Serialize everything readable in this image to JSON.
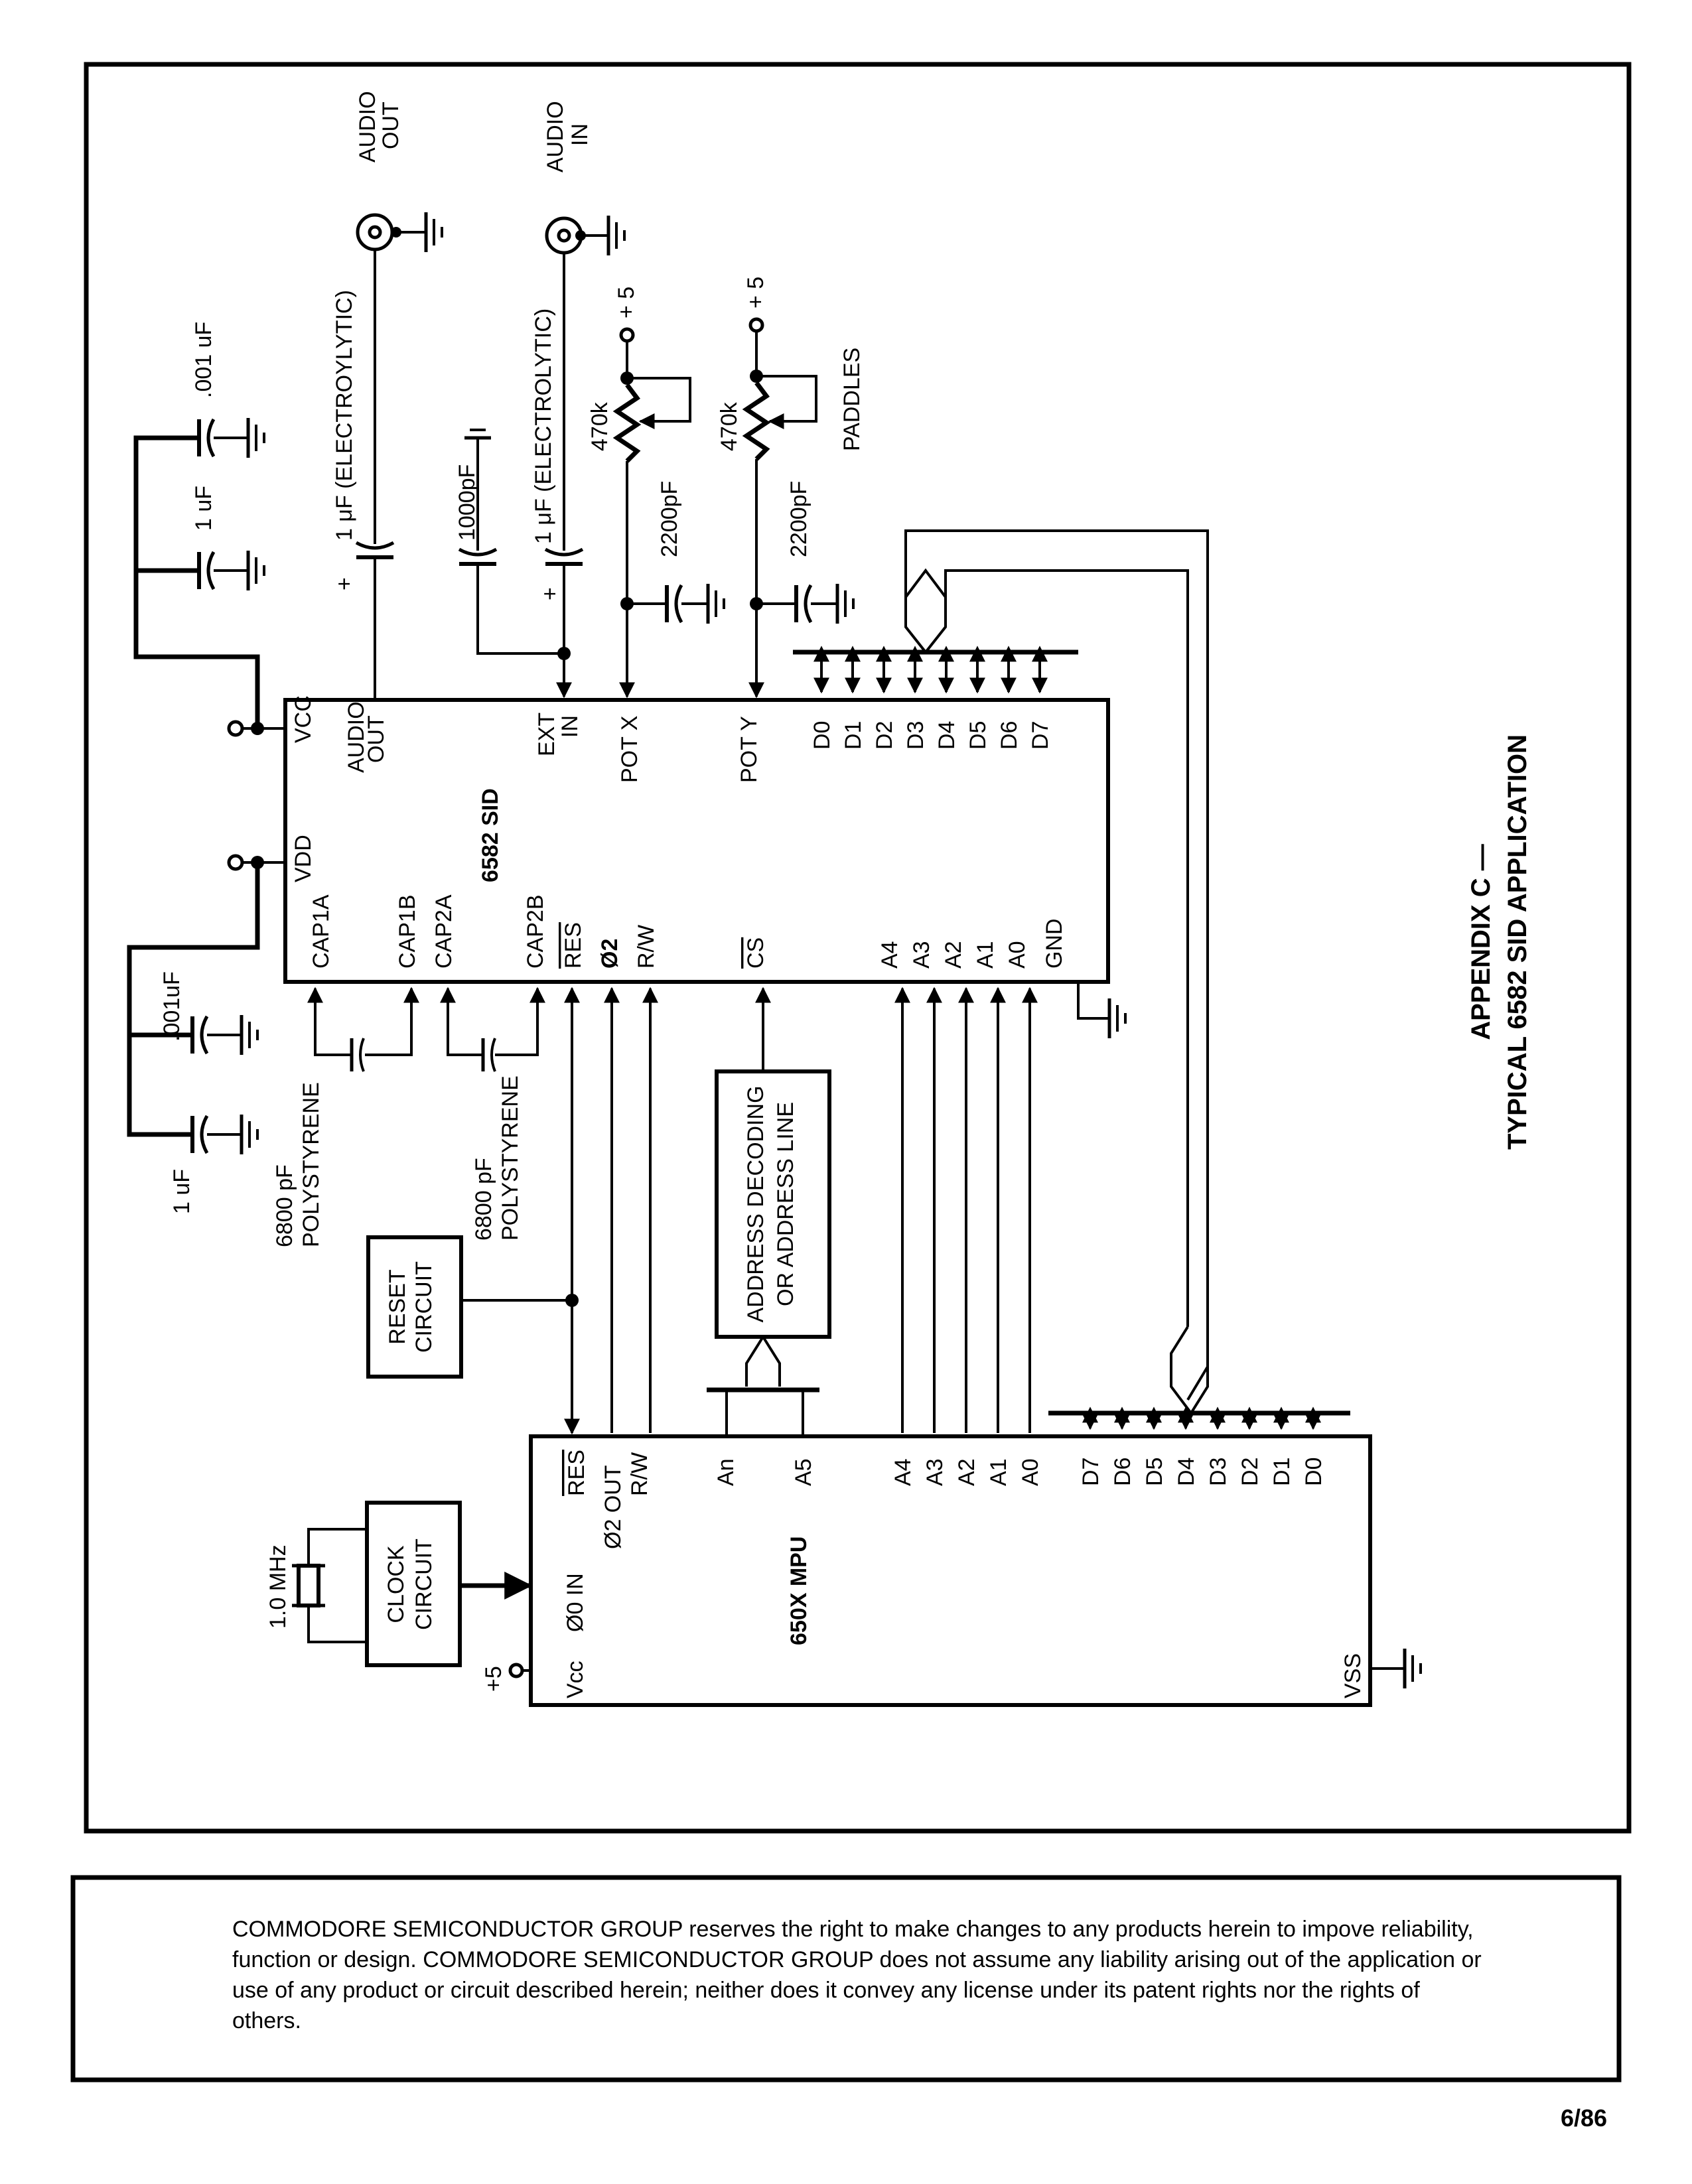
{
  "title": {
    "line1": "APPENDIX C —",
    "line2": "TYPICAL 6582 SID APPLICATION"
  },
  "sid_chip": {
    "name": "6582 SID",
    "top_pins": [
      "VCC",
      "AUDIO",
      "OUT",
      "EXT",
      "IN",
      "POT X",
      "POT Y"
    ],
    "vdd": "VDD",
    "data_pins": [
      "D0",
      "D1",
      "D2",
      "D3",
      "D4",
      "D5",
      "D6",
      "D7"
    ],
    "bottom_pins": [
      "CAP1A",
      "CAP1B",
      "CAP2A",
      "CAP2B",
      "RES",
      "Ø2",
      "R/W",
      "CS"
    ],
    "addr_pins": [
      "A4",
      "A3",
      "A2",
      "A1",
      "A0"
    ],
    "gnd": "GND"
  },
  "mpu_chip": {
    "name": "650X MPU",
    "pins_left": [
      "RES",
      "Ø2 OUT",
      "R/W",
      "An",
      "A5"
    ],
    "addr_pins": [
      "A4",
      "A3",
      "A2",
      "A1",
      "A0"
    ],
    "data_pins": [
      "D7",
      "D6",
      "D5",
      "D4",
      "D3",
      "D2",
      "D1",
      "D0"
    ],
    "clock_in": "Ø0 IN",
    "vcc": "Vcc",
    "vss": "VSS"
  },
  "components": {
    "audio_out": [
      "AUDIO",
      "OUT"
    ],
    "audio_in": [
      "AUDIO",
      "IN"
    ],
    "cap_audio_out": "1 μF (ELECTROYLYTIC)",
    "cap_ext_in": "1 μF (ELECTROLYTIC)",
    "cap_filter": "1000pF",
    "plus_sign": "+",
    "pot_x_res": "470k",
    "pot_y_res": "470k",
    "pot_x_cap": "2200pF",
    "pot_y_cap": "2200pF",
    "supply_plus5": "+ 5",
    "paddles": "PADDLES",
    "vcc_cap1": ".001 uF",
    "vcc_cap2": "1 uF",
    "vdd_cap1": ".001uF",
    "vdd_cap2": "1 uF",
    "filter_cap1": [
      "6800 pF",
      "POLYSTYRENE"
    ],
    "filter_cap2": [
      "6800 pF",
      "POLYSTYRENE"
    ],
    "reset_circuit": [
      "RESET",
      "CIRCUIT"
    ],
    "address_decoding": [
      "ADDRESS DECODING",
      "OR ADDRESS LINE"
    ],
    "clock_circuit": [
      "CLOCK",
      "CIRCUIT"
    ],
    "crystal": "1.0 MHz",
    "mpu_supply": "+5"
  },
  "disclaimer": "COMMODORE SEMICONDUCTOR GROUP reserves the right to make changes to any products herein to impove reliability, function or design. COMMODORE SEMICONDUCTOR GROUP does not assume any liability arising out of the application or use of any product or circuit described herein; neither does it convey any license under its patent rights nor the rights of others.",
  "page_number": "6/86"
}
